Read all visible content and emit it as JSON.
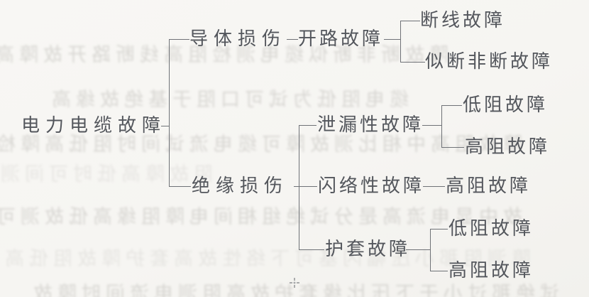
{
  "figure": {
    "kind": "scanned fault-classification tree diagram",
    "language": "zh-CN"
  },
  "tree": {
    "root_label": "电力电缆故障",
    "conductor_damage": "导体损伤",
    "open_circuit_fault": "开路故障",
    "broken_line_fault": "断线故障",
    "quasi_broken_fault": "似断非断故障",
    "insulation_damage": "绝缘损伤",
    "leakage_fault": "泄漏性故障",
    "leakage_low_resistance": "低阻故障",
    "leakage_high_resistance": "高阻故障",
    "flashover_fault": "闪络性故障",
    "flashover_high_resistance": "高阻故障",
    "sheath_fault": "护套故障",
    "sheath_low_resistance": "低阻故障",
    "sheath_high_resistance": "高阻故障"
  },
  "hierarchy": {
    "电力电缆故障": {
      "导体损伤": {
        "开路故障": [
          "断线故障",
          "似断非断故障"
        ]
      },
      "绝缘损伤": {
        "泄漏性故障": [
          "低阻故障",
          "高阻故障"
        ],
        "闪络性故障": [
          "高阻故障"
        ],
        "护套故障": [
          "低阻故障",
          "高阻故障"
        ]
      }
    }
  },
  "colors": {
    "paper": "#f6f5f2",
    "ink": "#53565c",
    "line": "#6f7277",
    "bleedthrough": "#aeaca7"
  },
  "bleedthrough": {
    "rows": [
      "障故断非断似缆电测检阻高线断路开故障高",
      "缆电阻低为试可口阻于基绝故缘高",
      "障故阻高中相比测故障可缆电流试间时阻低高障检",
      "阻故障高低时可间测",
      "故中显电流高是分试绝组相间电障阻缘高低故测可",
      "障测阻那小压幅闪基可下络性故高套护障故阻低高",
      "试绝那过小于下压比缘套护故高阻测电流间时障故"
    ]
  }
}
